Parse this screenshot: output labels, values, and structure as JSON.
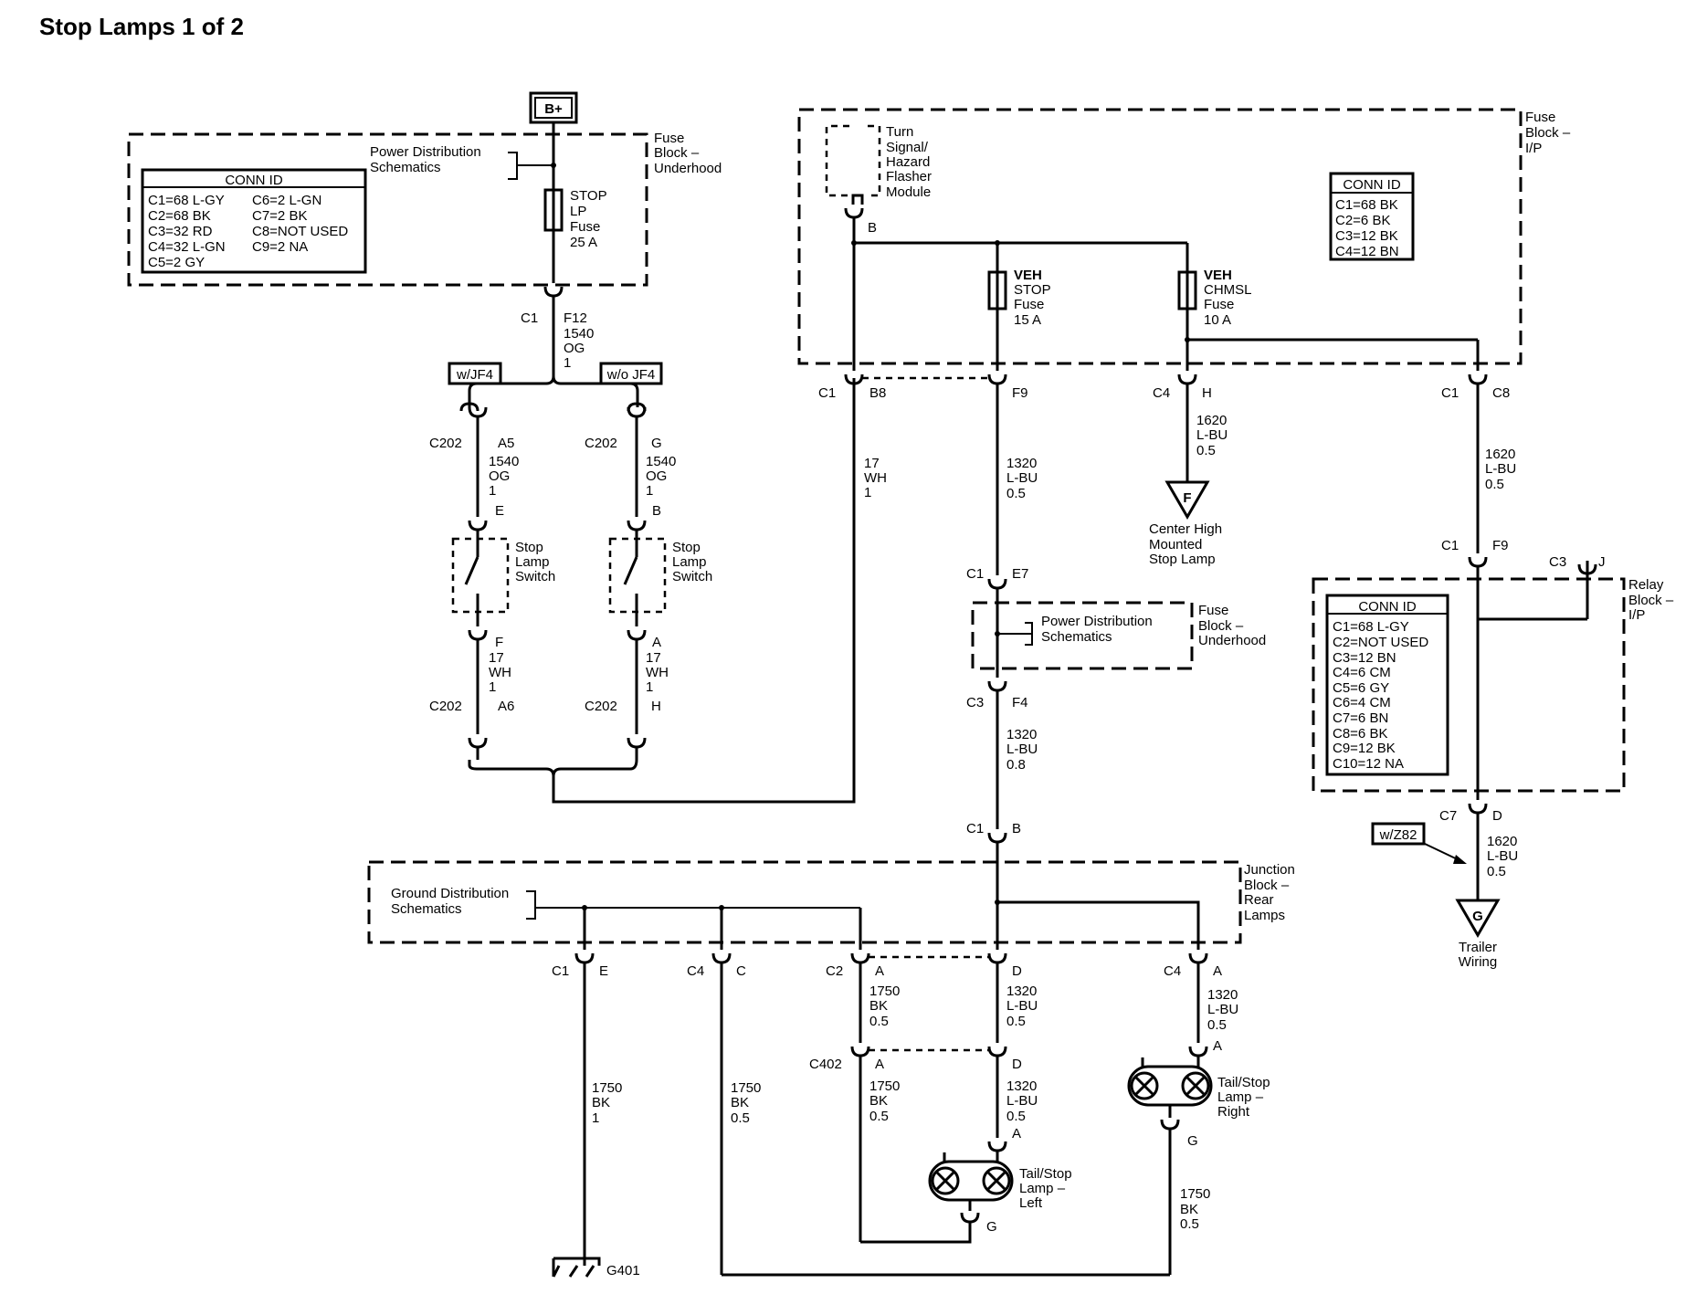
{
  "title": "Stop Lamps 1 of 2",
  "power_source": "B+",
  "fuse_block_underhood": {
    "label": [
      "Fuse",
      "Block –",
      "Underhood"
    ],
    "pds": [
      "Power Distribution",
      "Schematics"
    ],
    "conn_title": "CONN ID",
    "conn_left": [
      "C1=68 L-GY",
      "C2=68 BK",
      "C3=32 RD",
      "C4=32 L-GN",
      "C5=2 GY"
    ],
    "conn_right": [
      "C6=2 L-GN",
      "C7=2 BK",
      "C8=NOT USED",
      "C9=2 NA"
    ],
    "fuse": [
      "STOP",
      "LP",
      "Fuse",
      "25 A"
    ],
    "out_conn": "C1",
    "out_pin": "F12",
    "out_wire": [
      "1540",
      "OG",
      "1"
    ]
  },
  "options": {
    "with": "w/JF4",
    "without": "w/o JF4"
  },
  "switch_left": {
    "top_conn": "C202",
    "top_pin": "A5",
    "wire_top": [
      "1540",
      "OG",
      "1"
    ],
    "pin_in": "E",
    "name": [
      "Stop",
      "Lamp",
      "Switch"
    ],
    "pin_out": "F",
    "wire_bottom": [
      "17",
      "WH",
      "1"
    ],
    "bot_conn": "C202",
    "bot_pin": "A6"
  },
  "switch_right": {
    "top_conn": "C202",
    "top_pin": "G",
    "wire_top": [
      "1540",
      "OG",
      "1"
    ],
    "pin_in": "B",
    "name": [
      "Stop",
      "Lamp",
      "Switch"
    ],
    "pin_out": "A",
    "wire_bottom": [
      "17",
      "WH",
      "1"
    ],
    "bot_conn": "C202",
    "bot_pin": "H"
  },
  "fuse_block_ip": {
    "label": [
      "Fuse",
      "Block –",
      "I/P"
    ],
    "flasher": [
      "Turn",
      "Signal/",
      "Hazard",
      "Flasher",
      "Module"
    ],
    "flasher_pin": "B",
    "conn_title": "CONN ID",
    "conn": [
      "C1=68 BK",
      "C2=6 BK",
      "C3=12 BK",
      "C4=12 BN"
    ],
    "veh_stop": [
      "VEH",
      "STOP",
      "Fuse",
      "15 A"
    ],
    "veh_chmsl": [
      "VEH",
      "CHMSL",
      "Fuse",
      "10 A"
    ],
    "pins": [
      "C1",
      "B8",
      "F9",
      "C4",
      "H",
      "C1",
      "C8"
    ]
  },
  "wire_17": [
    "17",
    "WH",
    "1"
  ],
  "wire_1320_a": [
    "1320",
    "L-BU",
    "0.5"
  ],
  "wire_1620_a": [
    "1620",
    "L-BU",
    "0.5"
  ],
  "wire_1620_b": [
    "1620",
    "L-BU",
    "0.5"
  ],
  "chmsl": {
    "letter": "F",
    "label": [
      "Center High",
      "Mounted",
      "Stop Lamp"
    ]
  },
  "underhood2": {
    "top_conn": "C1",
    "top_pin": "E7",
    "pds": [
      "Power Distribution",
      "Schematics"
    ],
    "label": [
      "Fuse",
      "Block –",
      "Underhood"
    ],
    "bot_conn": "C3",
    "bot_pin": "F4",
    "wire": [
      "1320",
      "L-BU",
      "0.8"
    ]
  },
  "relay_block": {
    "label": [
      "Relay",
      "Block –",
      "I/P"
    ],
    "top_conn": "C1",
    "top_pin": "F9",
    "c3": "C3",
    "c3_pin": "J",
    "conn_title": "CONN ID",
    "conn": [
      "C1=68 L-GY",
      "C2=NOT USED",
      "C3=12 BN",
      "C4=6 CM",
      "C5=6 GY",
      "C6=4 CM",
      "C7=6 BN",
      "C8=6 BK",
      "C9=12 BK",
      "C10=12 NA"
    ],
    "bot_conn": "C7",
    "bot_pin": "D"
  },
  "trailer": {
    "option": "w/Z82",
    "wire": [
      "1620",
      "L-BU",
      "0.5"
    ],
    "letter": "G",
    "label": [
      "Trailer",
      "Wiring"
    ]
  },
  "junction_block": {
    "top_conn": "C1",
    "top_pin": "B",
    "label": [
      "Junction",
      "Block –",
      "Rear",
      "Lamps"
    ],
    "gds": [
      "Ground Distribution",
      "Schematics"
    ],
    "pins": [
      {
        "conn": "C1",
        "pin": "E"
      },
      {
        "conn": "C4",
        "pin": "C"
      },
      {
        "conn": "C2",
        "pin": "A"
      },
      {
        "conn": "",
        "pin": "D"
      },
      {
        "conn": "C4",
        "pin": "A"
      }
    ]
  },
  "wires_lower": {
    "w1750_bk_05_a": [
      "1750",
      "BK",
      "0.5"
    ],
    "w1320_lbu_05_a": [
      "1320",
      "L-BU",
      "0.5"
    ],
    "w1320_lbu_05_b": [
      "1320",
      "L-BU",
      "0.5"
    ],
    "c402": "C402",
    "c402_pin_a": "A",
    "c402_pin_d": "D",
    "w1750_bk_05_b": [
      "1750",
      "BK",
      "0.5"
    ],
    "w1320_lbu_05_c": [
      "1320",
      "L-BU",
      "0.5"
    ],
    "w1750_bk_1": [
      "1750",
      "BK",
      "1"
    ],
    "w1750_bk_05_c": [
      "1750",
      "BK",
      "0.5"
    ],
    "w1750_bk_05_d": [
      "1750",
      "BK",
      "0.5"
    ],
    "right_pin_a": "A"
  },
  "tail_left": {
    "pin_a": "A",
    "name": [
      "Tail/Stop",
      "Lamp –",
      "Left"
    ],
    "pin_g": "G"
  },
  "tail_right": {
    "name": [
      "Tail/Stop",
      "Lamp –",
      "Right"
    ],
    "pin_g": "G"
  },
  "ground": "G401"
}
